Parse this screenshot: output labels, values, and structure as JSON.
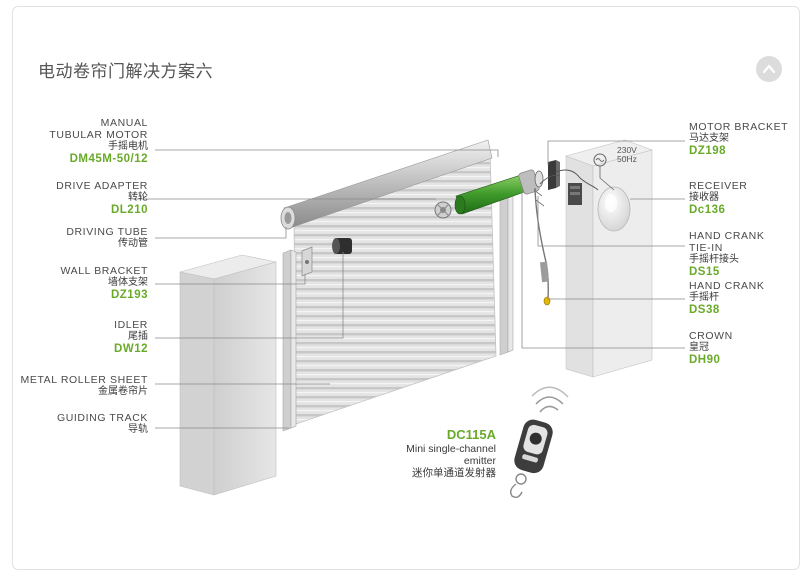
{
  "title": "电动卷帘门解决方案六",
  "accent_color": "#6aaa2a",
  "icons": {
    "collapse": "chevron-up-icon"
  },
  "labels": {
    "manual_tubular_motor": {
      "en1": "MANUAL",
      "en2": "TUBULAR MOTOR",
      "cn": "手摇电机",
      "code": "DM45M-50/12"
    },
    "drive_adapter": {
      "en": "DRIVE ADAPTER",
      "cn": "转轮",
      "code": "DL210"
    },
    "driving_tube": {
      "en": "DRIVING TUBE",
      "cn": "传动管"
    },
    "wall_bracket": {
      "en": "WALL BRACKET",
      "cn": "墙体支架",
      "code": "DZ193"
    },
    "idler": {
      "en": "IDLER",
      "cn": "尾插",
      "code": "DW12"
    },
    "metal_roller_sheet": {
      "en": "METAL ROLLER SHEET",
      "cn": "金属卷帘片"
    },
    "guiding_track": {
      "en": "GUIDING TRACK",
      "cn": "导轨"
    },
    "motor_bracket": {
      "en": "MOTOR BRACKET",
      "cn": "马达支架",
      "code": "DZ198"
    },
    "receiver": {
      "en": "RECEIVER",
      "cn": "接收器",
      "code": "Dc136"
    },
    "hand_crank_tie_in": {
      "en1": "HAND CRANK",
      "en2": "TIE-IN",
      "cn": "手摇杆接头",
      "code": "DS15"
    },
    "hand_crank": {
      "en": "HAND CRANK",
      "cn": "手摇杆",
      "code": "DS38"
    },
    "crown": {
      "en": "CROWN",
      "cn": "皇冠",
      "code": "DH90"
    }
  },
  "power": {
    "voltage": "230V",
    "frequency": "50Hz"
  },
  "emitter": {
    "code": "DC115A",
    "en1": "Mini single-channel",
    "en2": "emitter",
    "cn": "迷你单通道发射器"
  }
}
